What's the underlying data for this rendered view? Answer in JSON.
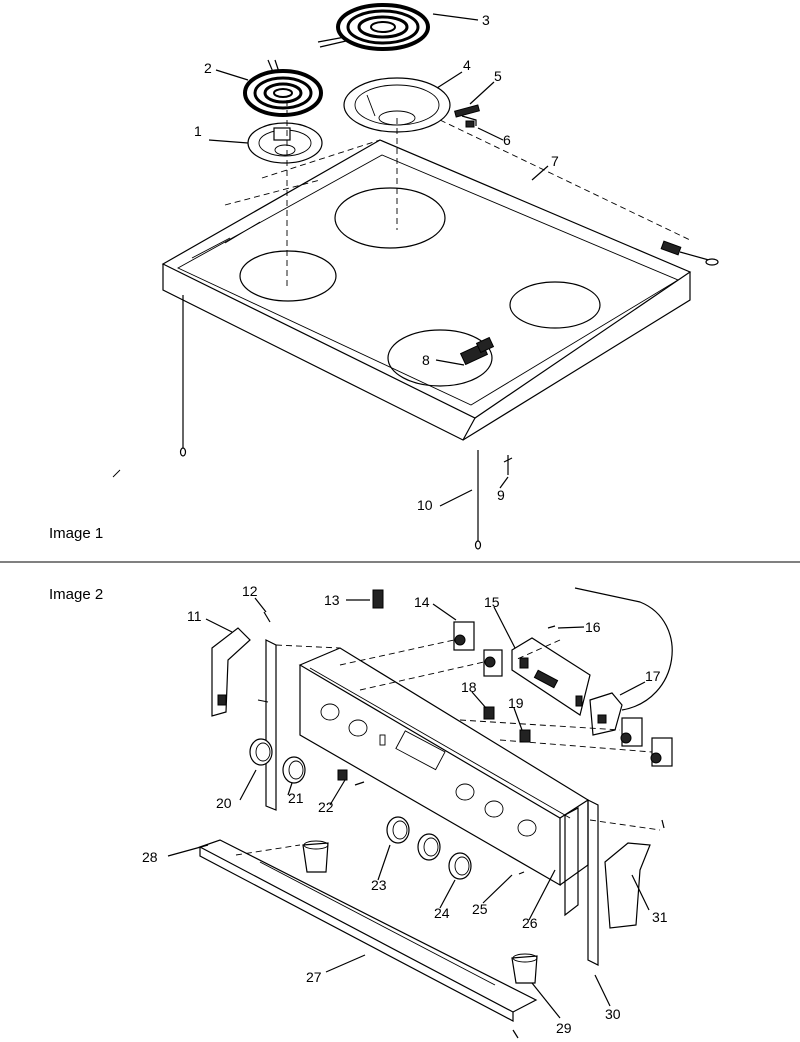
{
  "sections": [
    {
      "title": "Image 1"
    },
    {
      "title": "Image 2"
    }
  ],
  "callouts": [
    "1",
    "2",
    "3",
    "4",
    "5",
    "6",
    "7",
    "8",
    "9",
    "10",
    "11",
    "12",
    "13",
    "14",
    "15",
    "16",
    "17",
    "18",
    "19",
    "20",
    "21",
    "22",
    "23",
    "24",
    "25",
    "26",
    "27",
    "28",
    "29",
    "30",
    "31"
  ]
}
